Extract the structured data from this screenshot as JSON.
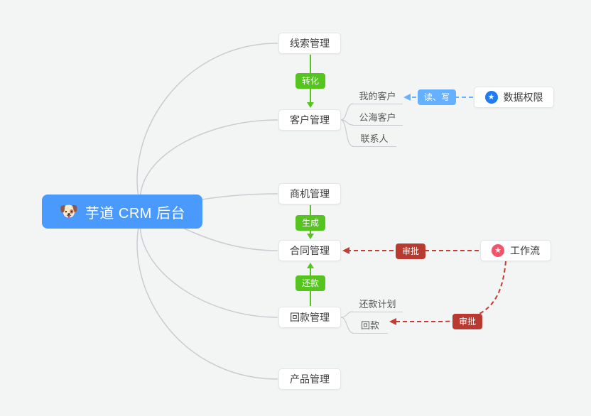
{
  "diagram": {
    "background": "#f3f4f4",
    "root": {
      "icon": "🐶",
      "label": "芋道 CRM 后台",
      "color": "#4A9AFE"
    },
    "modules": [
      {
        "label": "线索管理"
      },
      {
        "label": "客户管理"
      },
      {
        "label": "商机管理"
      },
      {
        "label": "合同管理"
      },
      {
        "label": "回款管理"
      },
      {
        "label": "产品管理"
      }
    ],
    "customer_children": [
      {
        "label": "我的客户"
      },
      {
        "label": "公海客户"
      },
      {
        "label": "联系人"
      }
    ],
    "receivable_children": [
      {
        "label": "还款计划"
      },
      {
        "label": "回款"
      }
    ],
    "system_nodes": [
      {
        "label": "数据权限",
        "icon": "star-in-circle",
        "icon_glyph": "★",
        "icon_color": "#1F7CF1"
      },
      {
        "label": "工作流",
        "icon": "star-in-circle",
        "icon_glyph": "★",
        "icon_color": "#F1556C"
      }
    ],
    "edge_labels": {
      "convert": {
        "text": "转化",
        "color": "#55C41E"
      },
      "generate": {
        "text": "生成",
        "color": "#55C41E"
      },
      "repay": {
        "text": "还款",
        "color": "#55C41E"
      },
      "read_write": {
        "text": "读、写",
        "color": "#66B1FF"
      },
      "approve_contract": {
        "text": "审批",
        "color": "#B93A31"
      },
      "approve_receivable": {
        "text": "审批",
        "color": "#B93A31"
      }
    },
    "line_colors": {
      "branch": "#C9CCD1",
      "green_arrow": "#55C41E",
      "blue_dashed": "#66B1FF",
      "red_dashed": "#C43C35"
    }
  }
}
